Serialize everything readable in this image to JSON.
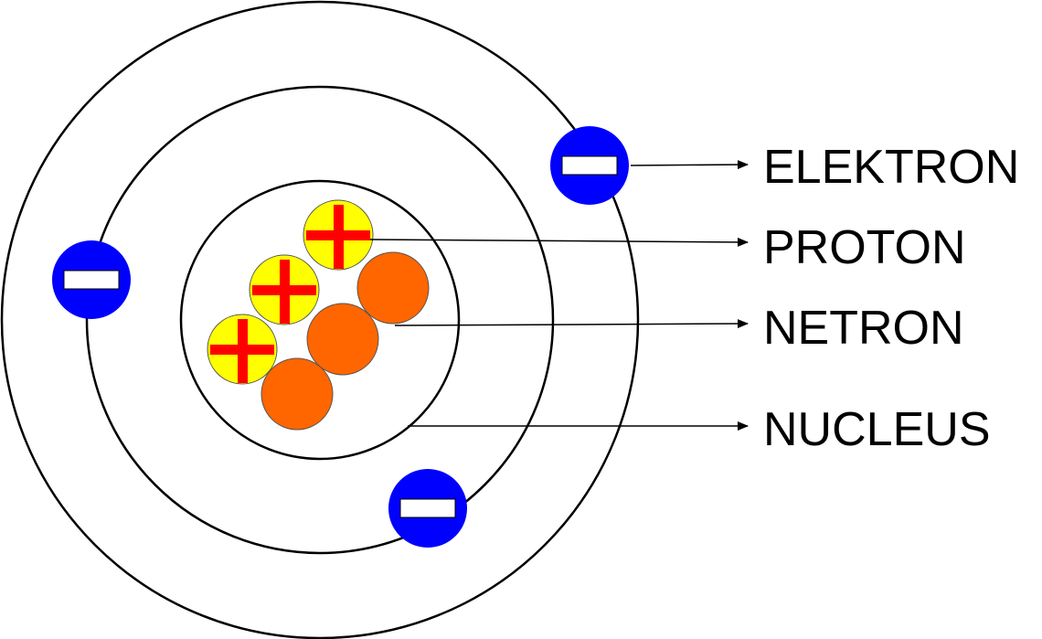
{
  "labels": {
    "electron": "ELEKTRON",
    "proton": "PROTON",
    "neutron": "NETRON",
    "nucleus": "NUCLEUS"
  },
  "colors": {
    "orbit_stroke": "#000000",
    "electron_fill": "#0000ff",
    "electron_bar": "#ffffff",
    "proton_fill": "#ffff00",
    "proton_plus": "#ff0000",
    "neutron_fill": "#ff6600",
    "arrow": "#000000"
  },
  "icons": {
    "electron": "minus-sign",
    "proton": "plus-sign"
  }
}
